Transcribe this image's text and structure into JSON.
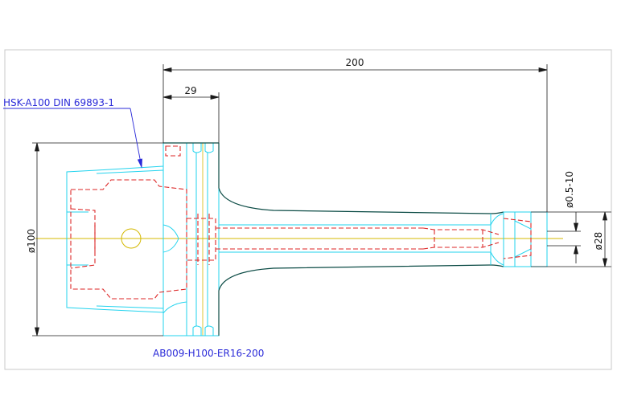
{
  "labels": {
    "overall_length": "200",
    "flange_length": "29",
    "taper_callout": "HSK-A100 DIN 69893-1",
    "flange_diameter": "ø100",
    "clamping_range": "ø0.5-10",
    "nose_diameter": "ø28",
    "part_number": "AB009-H100-ER16-200"
  },
  "colors": {
    "outline": "#0a4a44",
    "cyan": "#22d3ee",
    "hidden": "#dc2626",
    "center": "#d4b800",
    "dimension": "#1a1a1a",
    "callout": "#2a2ad8",
    "frame": "#c8c8c8"
  }
}
